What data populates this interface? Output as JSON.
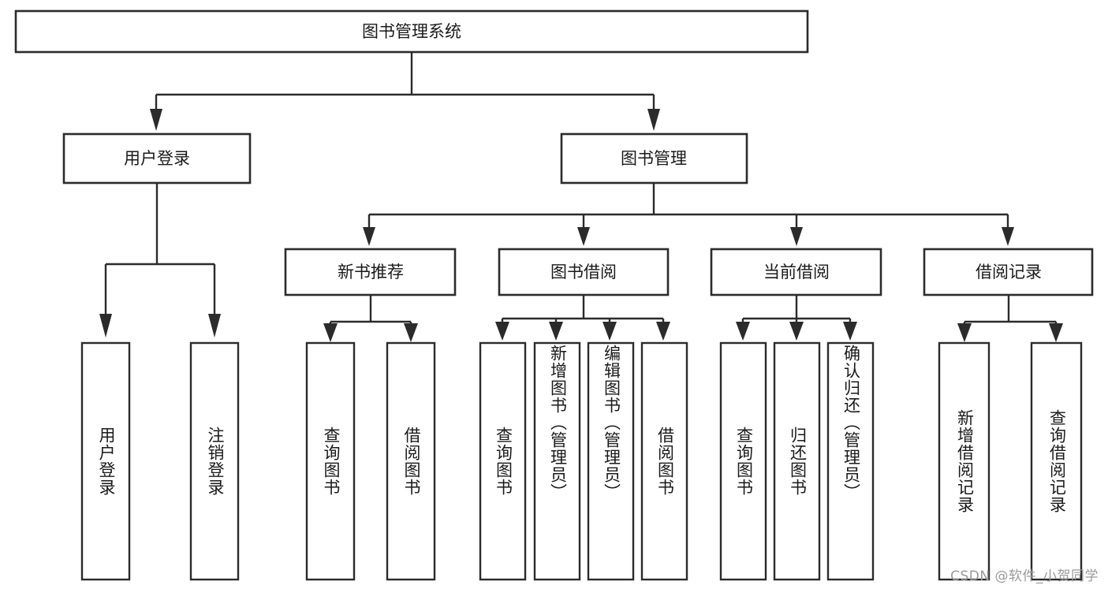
{
  "diagram": {
    "type": "tree-hierarchy",
    "title": "图书管理系统",
    "watermark": "CSDN @软件_小贺同学",
    "colors": {
      "background": "#ffffff",
      "box_stroke": "#2b2b2b",
      "box_fill": "#ffffff",
      "text": "#1a1a1a",
      "watermark": "#9a9a9a"
    },
    "root": {
      "label": "图书管理系统"
    },
    "level1": [
      {
        "label": "用户登录"
      },
      {
        "label": "图书管理"
      }
    ],
    "level2": [
      {
        "label": "新书推荐"
      },
      {
        "label": "图书借阅"
      },
      {
        "label": "当前借阅"
      },
      {
        "label": "借阅记录"
      }
    ],
    "leaves": {
      "user_login": [
        {
          "label": "用户登录"
        },
        {
          "label": "注销登录"
        }
      ],
      "new_book": [
        {
          "label": "查询图书"
        },
        {
          "label": "借阅图书"
        }
      ],
      "book_borrow": [
        {
          "label": "查询图书"
        },
        {
          "label": "新增图书（管理员）"
        },
        {
          "label": "编辑图书（管理员）"
        },
        {
          "label": "借阅图书"
        }
      ],
      "current_borrow": [
        {
          "label": "查询图书"
        },
        {
          "label": "归还图书"
        },
        {
          "label": "确认归还（管理员）"
        }
      ],
      "borrow_record": [
        {
          "label": "新增借阅记录"
        },
        {
          "label": "查询借阅记录"
        }
      ]
    }
  }
}
